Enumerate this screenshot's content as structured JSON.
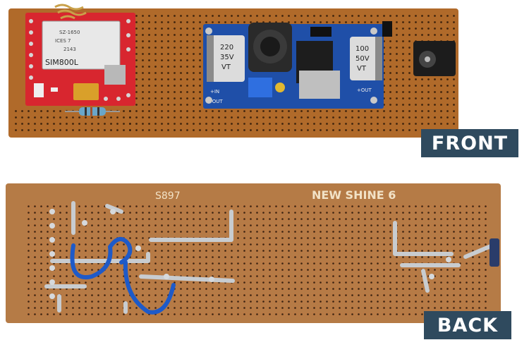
{
  "labels": {
    "front": "FRONT",
    "back": "BACK"
  },
  "board_silkscreen": {
    "back_code": "S897",
    "back_brand": "NEW SHINE 6"
  },
  "gsm_module": {
    "chip_label": "SIM800L",
    "small_text": [
      "SZ-1650",
      "ICES 7",
      "2143"
    ]
  },
  "buck_converter": {
    "cap_left": [
      "220",
      "35V",
      "VT"
    ],
    "cap_right": [
      "100",
      "50V",
      "VT"
    ],
    "pin_labels": [
      "+IN",
      "-OUT",
      "+OUT"
    ]
  }
}
